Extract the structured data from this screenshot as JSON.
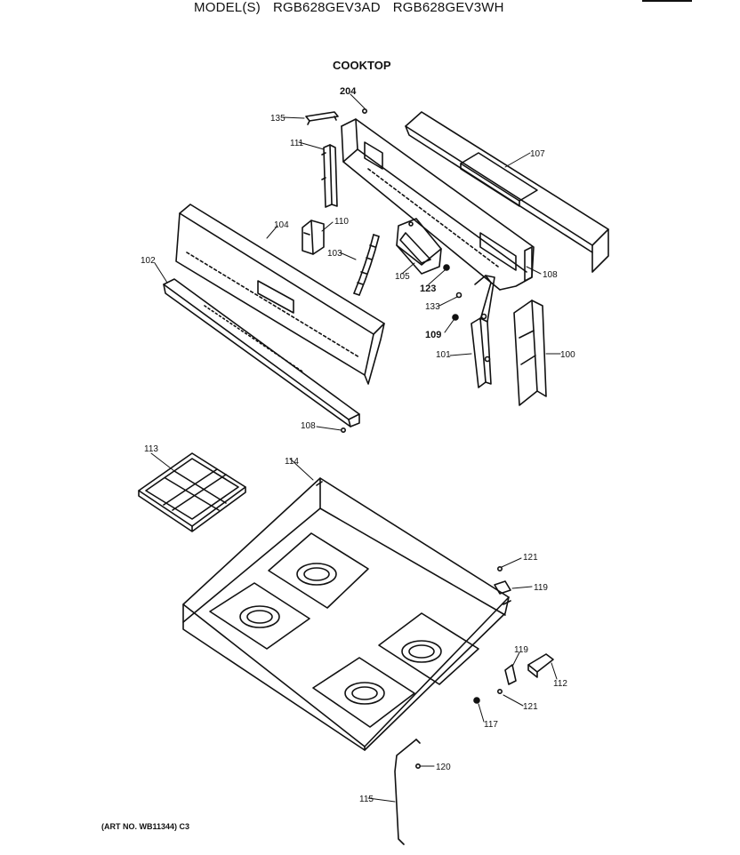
{
  "header": {
    "models_prefix": "MODEL(S)",
    "model_1": "RGB628GEV3AD",
    "model_2": "RGB628GEV3WH"
  },
  "section_title": "COOKTOP",
  "art_number": "(ART NO. WB11344) C3",
  "callouts": {
    "c204": "204",
    "c135": "135",
    "c111": "111",
    "c107": "107",
    "c104": "104",
    "c110": "110",
    "c103": "103",
    "c102": "102",
    "c105": "105",
    "c123": "123",
    "c108a": "108",
    "c133": "133",
    "c109": "109",
    "c101": "101",
    "c100": "100",
    "c108b": "108",
    "c113": "113",
    "c114": "114",
    "c121a": "121",
    "c119a": "119",
    "c119b": "119",
    "c112": "112",
    "c121b": "121",
    "c117": "117",
    "c120": "120",
    "c115": "115"
  }
}
